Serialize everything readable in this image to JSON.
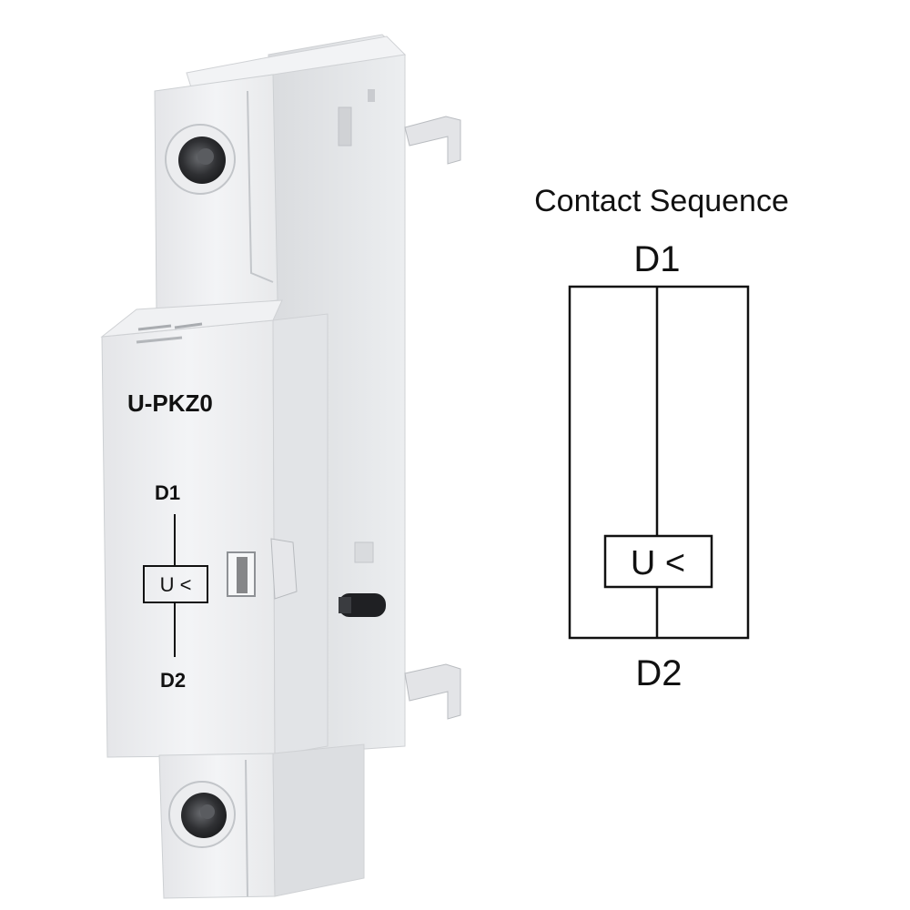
{
  "device": {
    "model": "U-PKZ0",
    "terminal_top": "D1",
    "terminal_bottom": "D2",
    "symbol": "U <"
  },
  "diagram": {
    "title": "Contact Sequence",
    "terminal_top": "D1",
    "terminal_bottom": "D2",
    "symbol": "U <"
  },
  "colors": {
    "housing": "#e9eaec",
    "housing_shadow": "#d4d6d9",
    "line": "#111111"
  }
}
